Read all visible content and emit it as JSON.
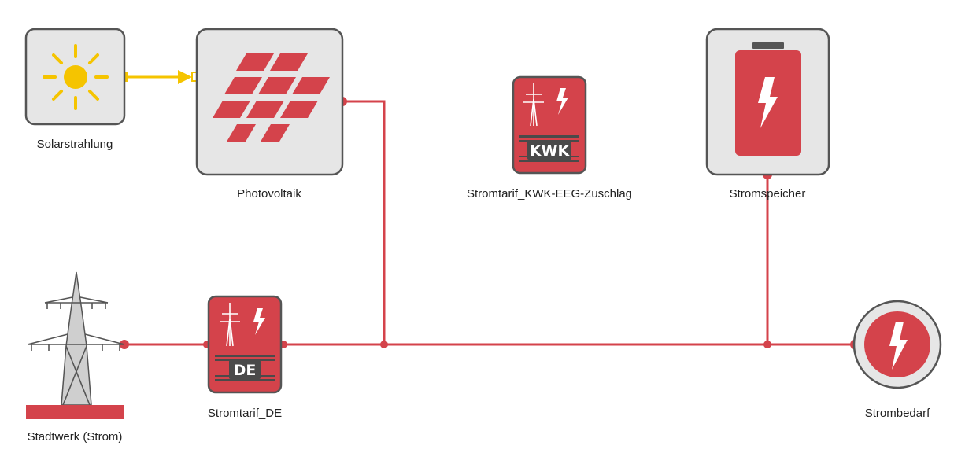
{
  "diagram": {
    "nodes": {
      "solar": {
        "label": "Solarstrahlung",
        "icon": "sun-icon"
      },
      "pv": {
        "label": "Photovoltaik",
        "icon": "solar-panel-icon"
      },
      "kwk_tariff": {
        "label": "Stromtarif_KWK-EEG-Zuschlag",
        "badge": "KWK",
        "icon": "tariff-icon"
      },
      "storage": {
        "label": "Stromspeicher",
        "icon": "battery-icon"
      },
      "grid": {
        "label": "Stadtwerk (Strom)",
        "icon": "power-pylon-icon"
      },
      "de_tariff": {
        "label": "Stromtarif_DE",
        "badge": "DE",
        "icon": "tariff-icon"
      },
      "demand": {
        "label": "Strombedarf",
        "icon": "lightning-icon"
      }
    },
    "connections": [
      {
        "from": "Solarstrahlung",
        "to": "Photovoltaik",
        "kind": "solar"
      },
      {
        "from": "Photovoltaik",
        "to": "electric-bus",
        "kind": "electric"
      },
      {
        "from": "Stromspeicher",
        "to": "electric-bus",
        "kind": "electric"
      },
      {
        "from": "Stadtwerk (Strom)",
        "to": "Stromtarif_DE",
        "kind": "electric"
      },
      {
        "from": "Stromtarif_DE",
        "to": "electric-bus",
        "kind": "electric"
      },
      {
        "from": "electric-bus",
        "to": "Strombedarf",
        "kind": "electric"
      }
    ],
    "colors": {
      "electric": "#d4434b",
      "solar": "#f5c400",
      "node_fill": "#e6e6e6",
      "node_border": "#555555",
      "badge": "#4a4a4a"
    }
  }
}
